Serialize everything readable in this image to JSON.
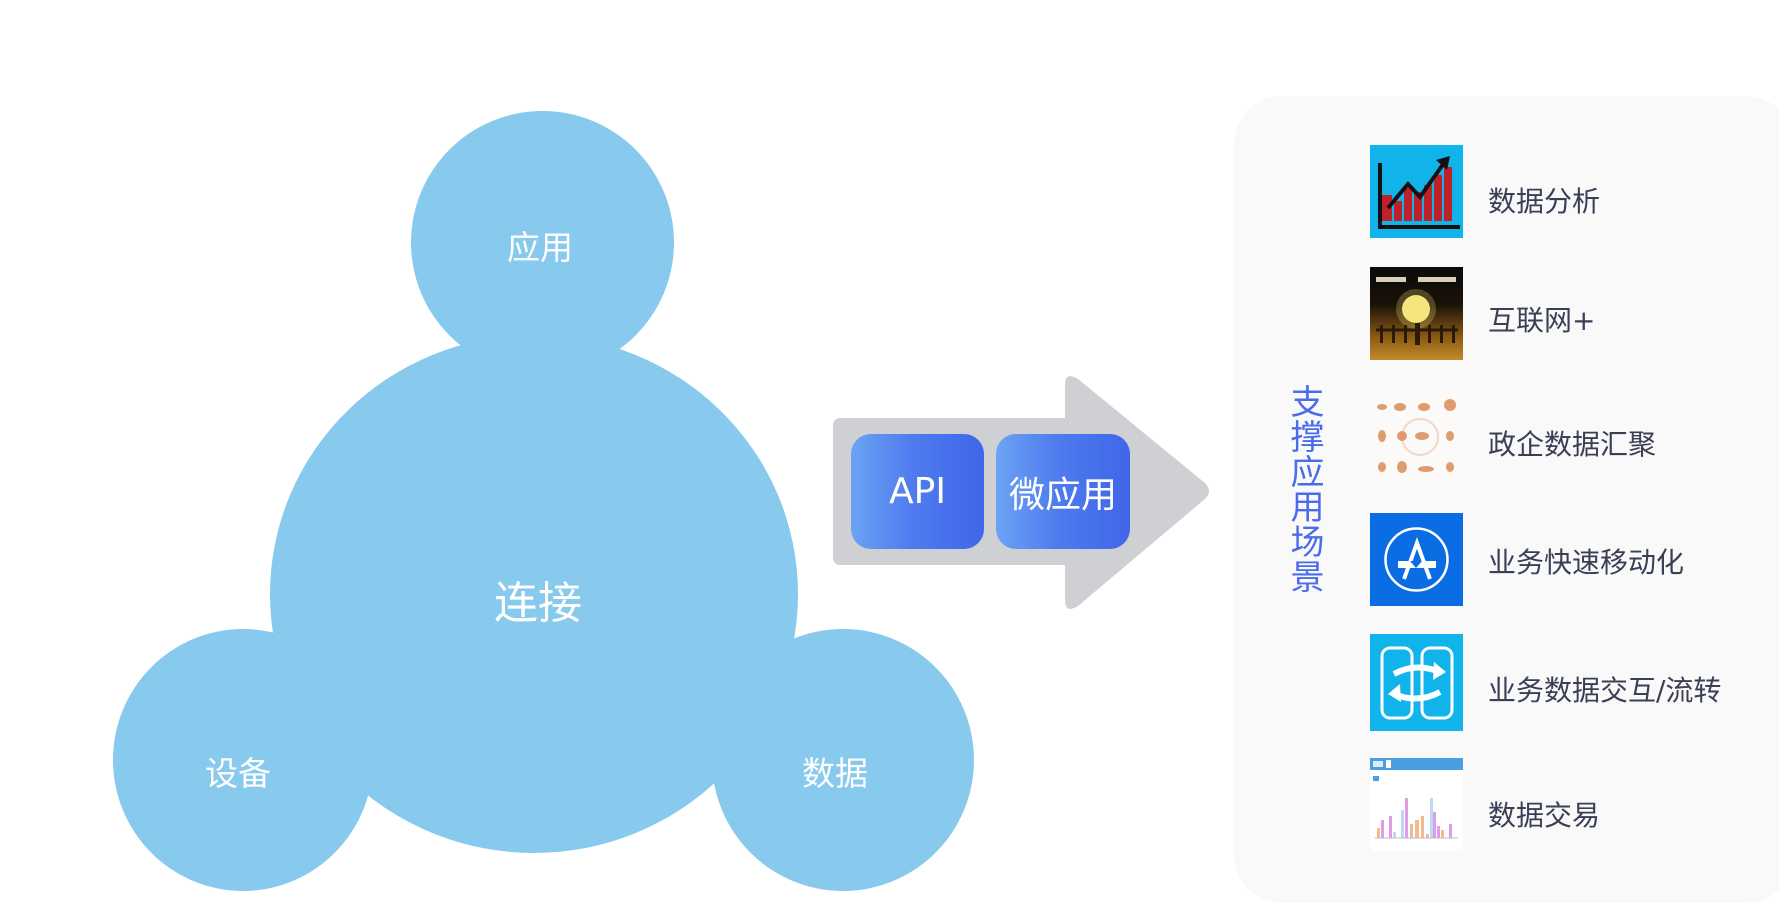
{
  "diagram": {
    "center": {
      "label": "连接"
    },
    "satellites": [
      {
        "label": "应用",
        "position": "top"
      },
      {
        "label": "设备",
        "position": "bottom-left"
      },
      {
        "label": "数据",
        "position": "bottom-right"
      }
    ],
    "arrow": {
      "boxes": [
        {
          "label": "API"
        },
        {
          "label": "微应用"
        }
      ]
    }
  },
  "panel": {
    "title": "支撑应用场景",
    "items": [
      {
        "label": "数据分析",
        "icon": "trend-chart-icon"
      },
      {
        "label": "互联网+",
        "icon": "lightbulb-people-icon"
      },
      {
        "label": "政企数据汇聚",
        "icon": "data-aggregation-icon"
      },
      {
        "label": "业务快速移动化",
        "icon": "app-store-icon"
      },
      {
        "label": "业务数据交互/流转",
        "icon": "sync-exchange-icon"
      },
      {
        "label": "数据交易",
        "icon": "dashboard-chart-icon"
      }
    ]
  },
  "colors": {
    "circle": "#88c9ee",
    "arrow": "#ced0d4",
    "box_gradient_start": "#6ca3f4",
    "box_gradient_end": "#4066ea",
    "panel_bg": "#f9f9fa",
    "panel_title": "#4a6ceb",
    "item_text": "#3a3f55"
  }
}
